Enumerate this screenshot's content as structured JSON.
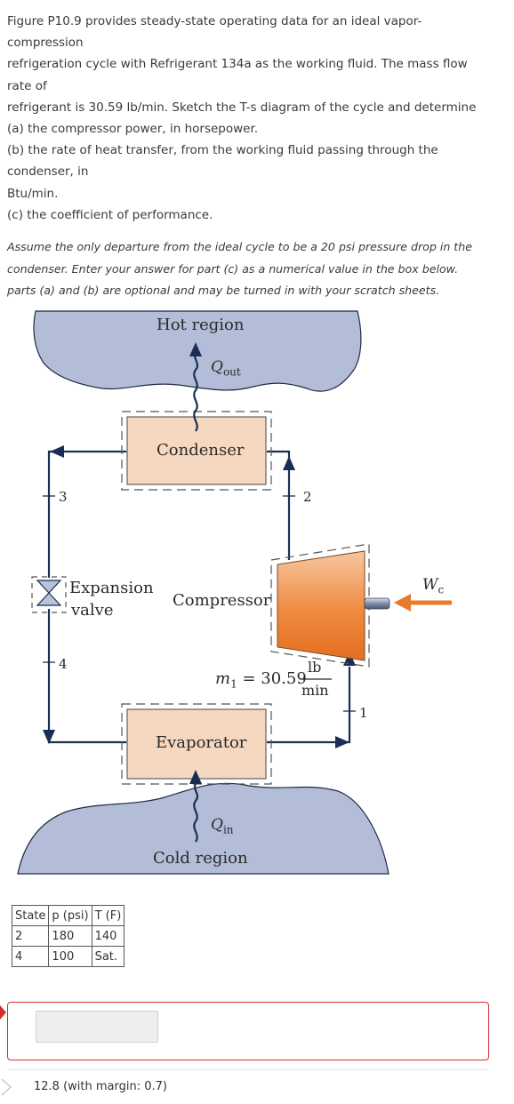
{
  "problem": {
    "lines": [
      "Figure P10.9 provides steady-state operating data for an ideal vapor-",
      "compression",
      "refrigeration cycle with Refrigerant 134a as the working fluid. The mass flow",
      "rate of",
      "refrigerant is 30.59 lb/min. Sketch the T-s diagram of the cycle and determine",
      "(a) the compressor power, in horsepower.",
      "(b) the rate of heat transfer, from the working fluid passing through the",
      "condenser, in",
      "Btu/min.",
      "(c) the coefficient of performance."
    ],
    "note_lines": [
      "Assume the only departure from the ideal cycle to be a 20 psi pressure drop in the",
      "condenser.  Enter your answer for part (c) as a numerical value in the box below.",
      "parts (a) and (b) are optional and may be turned in with your scratch sheets."
    ]
  },
  "figure": {
    "hot_region": "Hot region",
    "q_out": "Q",
    "q_out_sub": "out",
    "condenser": "Condenser",
    "state_3": "3",
    "state_2": "2",
    "expansion_valve_line1": "Expansion",
    "expansion_valve_line2": "valve",
    "compressor": "Compressor",
    "w_c": "W",
    "w_c_sub": "c",
    "state_4": "4",
    "mass_flow_lhs": "m",
    "mass_flow_sub": "1",
    "mass_flow_value": " = 30.59",
    "mass_flow_unit_num": "lb",
    "mass_flow_unit_den": "min",
    "state_1": "1",
    "evaporator": "Evaporator",
    "q_in": "Q",
    "q_in_sub": "in",
    "cold_region": "Cold region",
    "colors": {
      "region_fill": "#b4bdd8",
      "component_fill": "#f6d7bf",
      "flow_line": "#1a2e55",
      "work_arrow": "#e87a2c"
    }
  },
  "state_table": {
    "headers": [
      "State",
      "p (psi)",
      "T (F)"
    ],
    "rows": [
      [
        "2",
        "180",
        "140"
      ],
      [
        "4",
        "100",
        "Sat."
      ]
    ]
  },
  "answer": {
    "input_value": "",
    "result_text": "12.8 (with margin: 0.7)"
  }
}
